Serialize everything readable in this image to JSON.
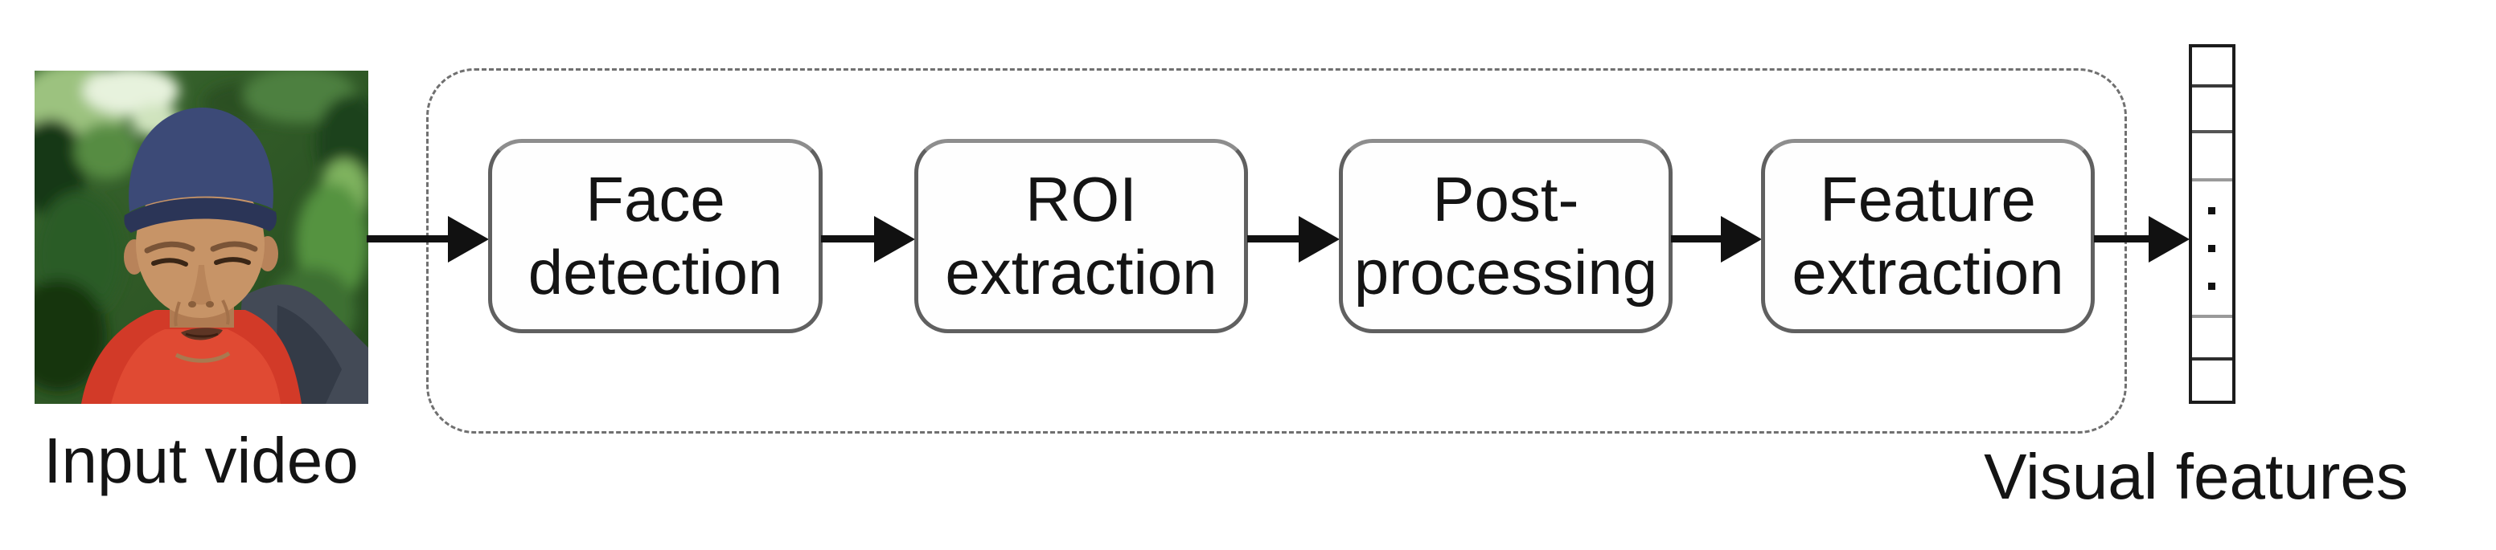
{
  "figure": {
    "input": {
      "label": "Input video"
    },
    "output": {
      "label": "Visual features"
    },
    "pipeline": {
      "stages": [
        {
          "line1": "Face",
          "line2": "detection"
        },
        {
          "line1": "ROI",
          "line2": "extraction"
        },
        {
          "line1": "Post-",
          "line2": "processing"
        },
        {
          "line1": "Feature",
          "line2": "extraction"
        }
      ]
    },
    "feature_vector": {
      "dot_count": 3
    },
    "colors": {
      "text": "#141414",
      "arrow": "#111111",
      "stage_box_border": "#606060",
      "dashed_container_border": "#707070",
      "vector_border": "#1c1c1c",
      "photo_foliage": "#2f5c27",
      "photo_hat": "#35406b",
      "photo_skin": "#c79467",
      "photo_sweater": "#d23a28",
      "photo_jacket": "#434a56"
    }
  }
}
